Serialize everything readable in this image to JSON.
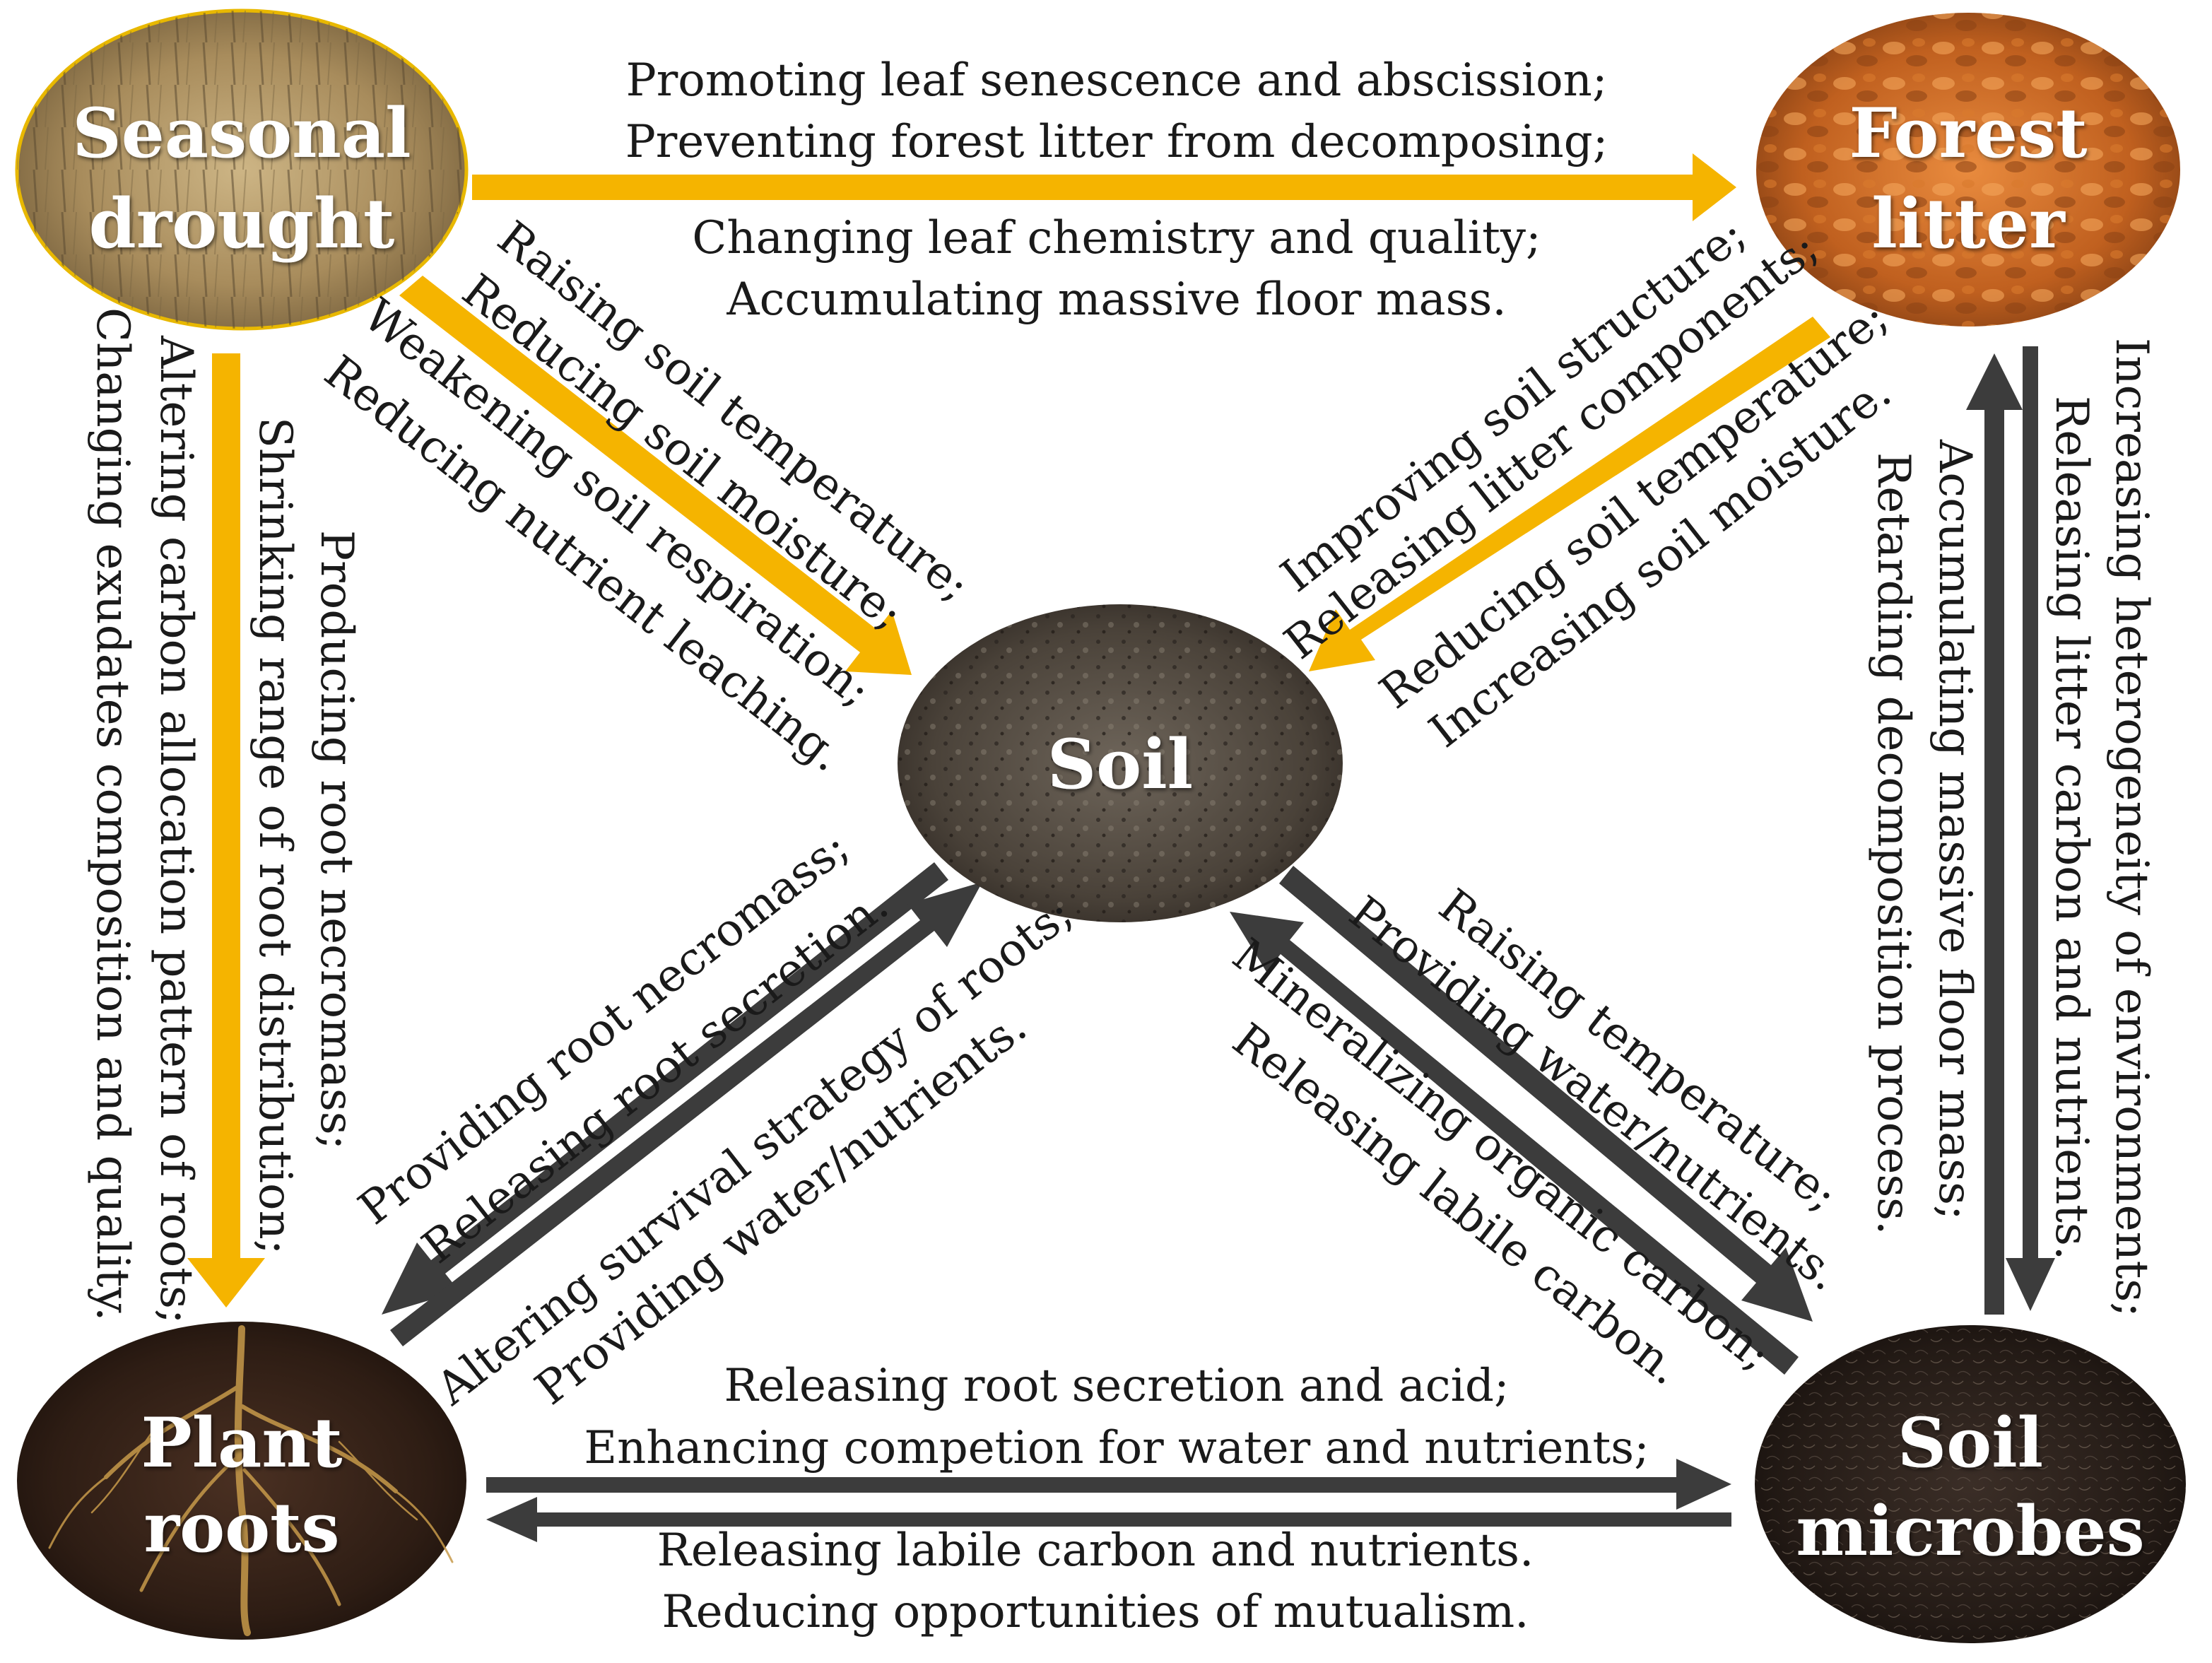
{
  "colors": {
    "drought_arrow": "#F5B400",
    "interaction_arrow": "#3C3C3C",
    "label_text": "#1A1A1A",
    "node_title": "#FFFFFF"
  },
  "nodes": {
    "seasonal_drought": {
      "line1": "Seasonal",
      "line2": "drought"
    },
    "forest_litter": {
      "line1": "Forest",
      "line2": "litter"
    },
    "soil": {
      "line1": "Soil"
    },
    "plant_roots": {
      "line1": "Plant",
      "line2": "roots"
    },
    "soil_microbes": {
      "line1": "Soil",
      "line2": "microbes"
    }
  },
  "edges": {
    "drought_to_litter": [
      "Promoting leaf senescence and abscission;",
      "Preventing forest litter from decomposing;",
      "Changing leaf chemistry and quality;",
      "Accumulating massive floor mass."
    ],
    "drought_to_soil": [
      "Raising soil temperature;",
      "Reducing soil moisture;",
      "Weakening soil respiration;",
      "Reducing nutrient leaching."
    ],
    "drought_to_roots": [
      "Producing root necromass;",
      "Shrinking range of root distribution;",
      "Altering carbon allocation pattern of roots;",
      "Changing exudates composition and quality."
    ],
    "litter_to_soil": [
      "Improving soil structure;",
      "Releasing litter components;",
      "Reducing soil temperature;",
      "Increasing soil moisture."
    ],
    "litter_microbes": [
      "Increasing heterogeneity of environments;",
      "Releasing litter carbon and nutrients.",
      "Accumulating massive floor mass;",
      "Retarding decomposition process."
    ],
    "soil_roots": [
      "Providing root necromass;",
      "Releasing root secretion.",
      "Altering survival strategy of roots;",
      "Providing water/nutrients."
    ],
    "soil_microbes": [
      "Raising temperature;",
      "Providing water/nutrients.",
      "Mineralizing organic carbon;",
      "Releasing labile carbon."
    ],
    "roots_microbes": [
      "Releasing root secretion and acid;",
      "Enhancing competion for water and nutrients;",
      "Releasing labile carbon and nutrients.",
      "Reducing opportunities of mutualism."
    ]
  }
}
